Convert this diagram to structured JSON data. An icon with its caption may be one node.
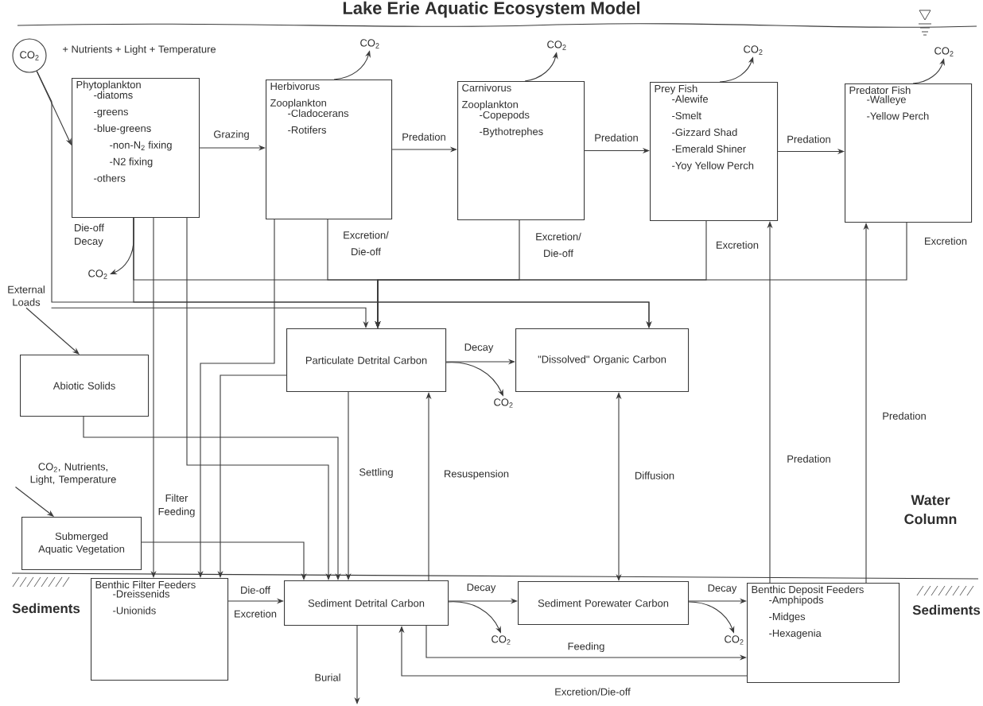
{
  "diagram": {
    "title": "Lake Erie Aquatic Ecosystem Model",
    "nodes": [
      {
        "text": [
          "CO$_{2}$"
        ]
      },
      {
        "text": [
          "Phytoplankton",
          "-diatoms",
          "-greens",
          "-blue-greens",
          "-non-N$_{2}$ fixing",
          "-N2 fixing",
          "-others"
        ]
      },
      {
        "text": [
          "Herbivorus Zooplankton",
          "-Cladocerans",
          "-Rotifers"
        ]
      },
      {
        "text": [
          "Carnivorus Zooplankton",
          "-Copepods",
          "-Bythotrephes"
        ]
      },
      {
        "text": [
          "Prey Fish",
          "-Alewife",
          "-Smelt",
          "-Gizzard Shad",
          "-Emerald Shiner",
          "-Yoy Yellow Perch"
        ]
      },
      {
        "text": [
          "Predator Fish",
          "-Walleye",
          "-Yellow Perch"
        ]
      },
      {
        "text": [
          "Particulate Detrital Carbon"
        ]
      },
      {
        "text": [
          "\"Dissolved\" Organic Carbon"
        ]
      },
      {
        "text": [
          "External Loads"
        ]
      },
      {
        "text": [
          "Abiotic Solids"
        ]
      },
      {
        "text": [
          "CO$_{2}$, Nutrients, Light, Temperature"
        ]
      },
      {
        "text": [
          "Submerged Aquatic Vegetation"
        ]
      },
      {
        "text": [
          "Benthic Filter Feeders",
          "-Dreissenids",
          "-Unionids"
        ]
      },
      {
        "text": [
          "Sediment Detrital Carbon"
        ]
      },
      {
        "text": [
          "Sediment Porewater Carbon"
        ]
      },
      {
        "text": [
          "Benthic Deposit Feeders",
          "-Amphipods",
          "-Midges",
          "-Hexagenia"
        ]
      },
      {
        "text": [
          "CO$_{2}$"
        ]
      },
      {
        "text": [
          "CO$_{2}$"
        ]
      },
      {
        "text": [
          "CO$_{2}$"
        ]
      },
      {
        "text": [
          "CO$_{2}$"
        ]
      },
      {
        "text": [
          "CO$_{2}$"
        ]
      },
      {
        "text": [
          "CO$_{2}$"
        ]
      },
      {
        "text": [
          "CO$_{2}$"
        ]
      },
      {
        "text": [
          "CO$_{2}$"
        ]
      }
    ],
    "edges": [
      {
        "from": 0,
        "to": 1,
        "arrow": "to"
      },
      {
        "from": 0,
        "to": 7,
        "arrow": "to"
      },
      {
        "from": 1,
        "to": 2,
        "arrow": "to",
        "label": "Grazing"
      },
      {
        "from": 2,
        "to": 3,
        "arrow": "to",
        "label": "Predation"
      },
      {
        "from": 3,
        "to": 4,
        "arrow": "to",
        "label": "Predation"
      },
      {
        "from": 4,
        "to": 5,
        "arrow": "to",
        "label": "Predation"
      },
      {
        "from": 2,
        "to": 16,
        "arrow": "to"
      },
      {
        "from": 3,
        "to": 17,
        "arrow": "to"
      },
      {
        "from": 4,
        "to": 18,
        "arrow": "to"
      },
      {
        "from": 5,
        "to": 19,
        "arrow": "to"
      },
      {
        "from": 1,
        "to": 20,
        "arrow": "to"
      },
      {
        "from": 1,
        "to": 6,
        "arrow": "to"
      },
      {
        "from": 1,
        "to": 7,
        "arrow": "to"
      },
      {
        "from": 2,
        "to": 6,
        "arrow": "to",
        "label": "Excretion/ Die-off"
      },
      {
        "from": 3,
        "to": 6,
        "arrow": "to",
        "label": "Excretion/ Die-off"
      },
      {
        "from": 4,
        "to": 6,
        "arrow": "to",
        "label": "Excretion"
      },
      {
        "from": 5,
        "to": 6,
        "arrow": "to",
        "label": "Excretion"
      },
      {
        "from": 8,
        "to": 9,
        "arrow": "to"
      },
      {
        "from": 8,
        "to": 6,
        "arrow": "to"
      },
      {
        "from": 1,
        "to": 12,
        "arrow": "to"
      },
      {
        "from": 2,
        "to": 12,
        "arrow": "to"
      },
      {
        "from": 6,
        "to": 12,
        "arrow": "to"
      },
      {
        "from": 1,
        "to": 13,
        "arrow": "to"
      },
      {
        "from": 9,
        "to": 13,
        "arrow": "to"
      },
      {
        "from": 11,
        "to": 13,
        "arrow": "to"
      },
      {
        "from": 6,
        "to": 13,
        "arrow": "to",
        "label": "Settling"
      },
      {
        "from": 13,
        "to": 6,
        "arrow": "to",
        "label": "Resuspension"
      },
      {
        "from": 6,
        "to": 7,
        "arrow": "to",
        "label": "Decay"
      },
      {
        "from": 6,
        "to": 21,
        "arrow": "to"
      },
      {
        "from": 7,
        "to": 14,
        "arrow": "both",
        "label": "Diffusion"
      },
      {
        "from": 12,
        "to": 13,
        "arrow": "to",
        "label": "Die-off Excretion"
      },
      {
        "from": 13,
        "to": 14,
        "arrow": "to",
        "label": "Decay"
      },
      {
        "from": 13,
        "to": 22,
        "arrow": "to"
      },
      {
        "from": 14,
        "to": 15,
        "arrow": "to",
        "label": "Decay"
      },
      {
        "from": 14,
        "to": 23,
        "arrow": "to"
      },
      {
        "from": 13,
        "to": 15,
        "arrow": "to",
        "label": "Feeding"
      },
      {
        "from": 15,
        "to": 13,
        "arrow": "to",
        "label": "Excretion/Die-off"
      },
      {
        "from": 15,
        "to": 4,
        "arrow": "to",
        "label": "Predation"
      },
      {
        "from": 15,
        "to": 5,
        "arrow": "to",
        "label": "Predation"
      },
      {
        "from": 13,
        "to": null,
        "arrow": "to",
        "label": "Burial"
      },
      {
        "from": 10,
        "to": 11,
        "arrow": "to"
      }
    ],
    "labels": [
      "+ Nutrients + Light + Temperature",
      "Die-off Decay",
      "Filter Feeding",
      "Water Column",
      "Sediments",
      "Sediments"
    ]
  }
}
